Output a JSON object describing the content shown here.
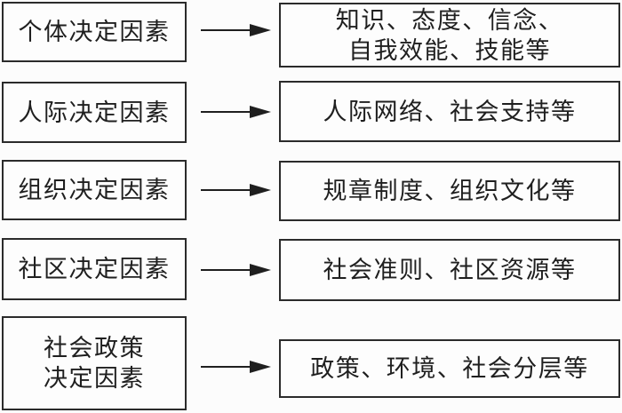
{
  "diagram": {
    "title": "",
    "rows": [
      {
        "left": [
          "个体决定因素"
        ],
        "right": [
          "知识、态度、信念、",
          "自我效能、技能等"
        ]
      },
      {
        "left": [
          "人际决定因素"
        ],
        "right": [
          "人际网络、社会支持等"
        ]
      },
      {
        "left": [
          "组织决定因素"
        ],
        "right": [
          "规章制度、组织文化等"
        ]
      },
      {
        "left": [
          "社区决定因素"
        ],
        "right": [
          "社会准则、社区资源等"
        ]
      },
      {
        "left": [
          "社会政策",
          "决定因素"
        ],
        "right": [
          "政策、环境、社会分层等"
        ]
      }
    ],
    "colors": {
      "border": "#2b2b2b",
      "text": "#1f1f1f",
      "background": "#fcfcfc",
      "box_fill": "#fdfdfd"
    }
  }
}
